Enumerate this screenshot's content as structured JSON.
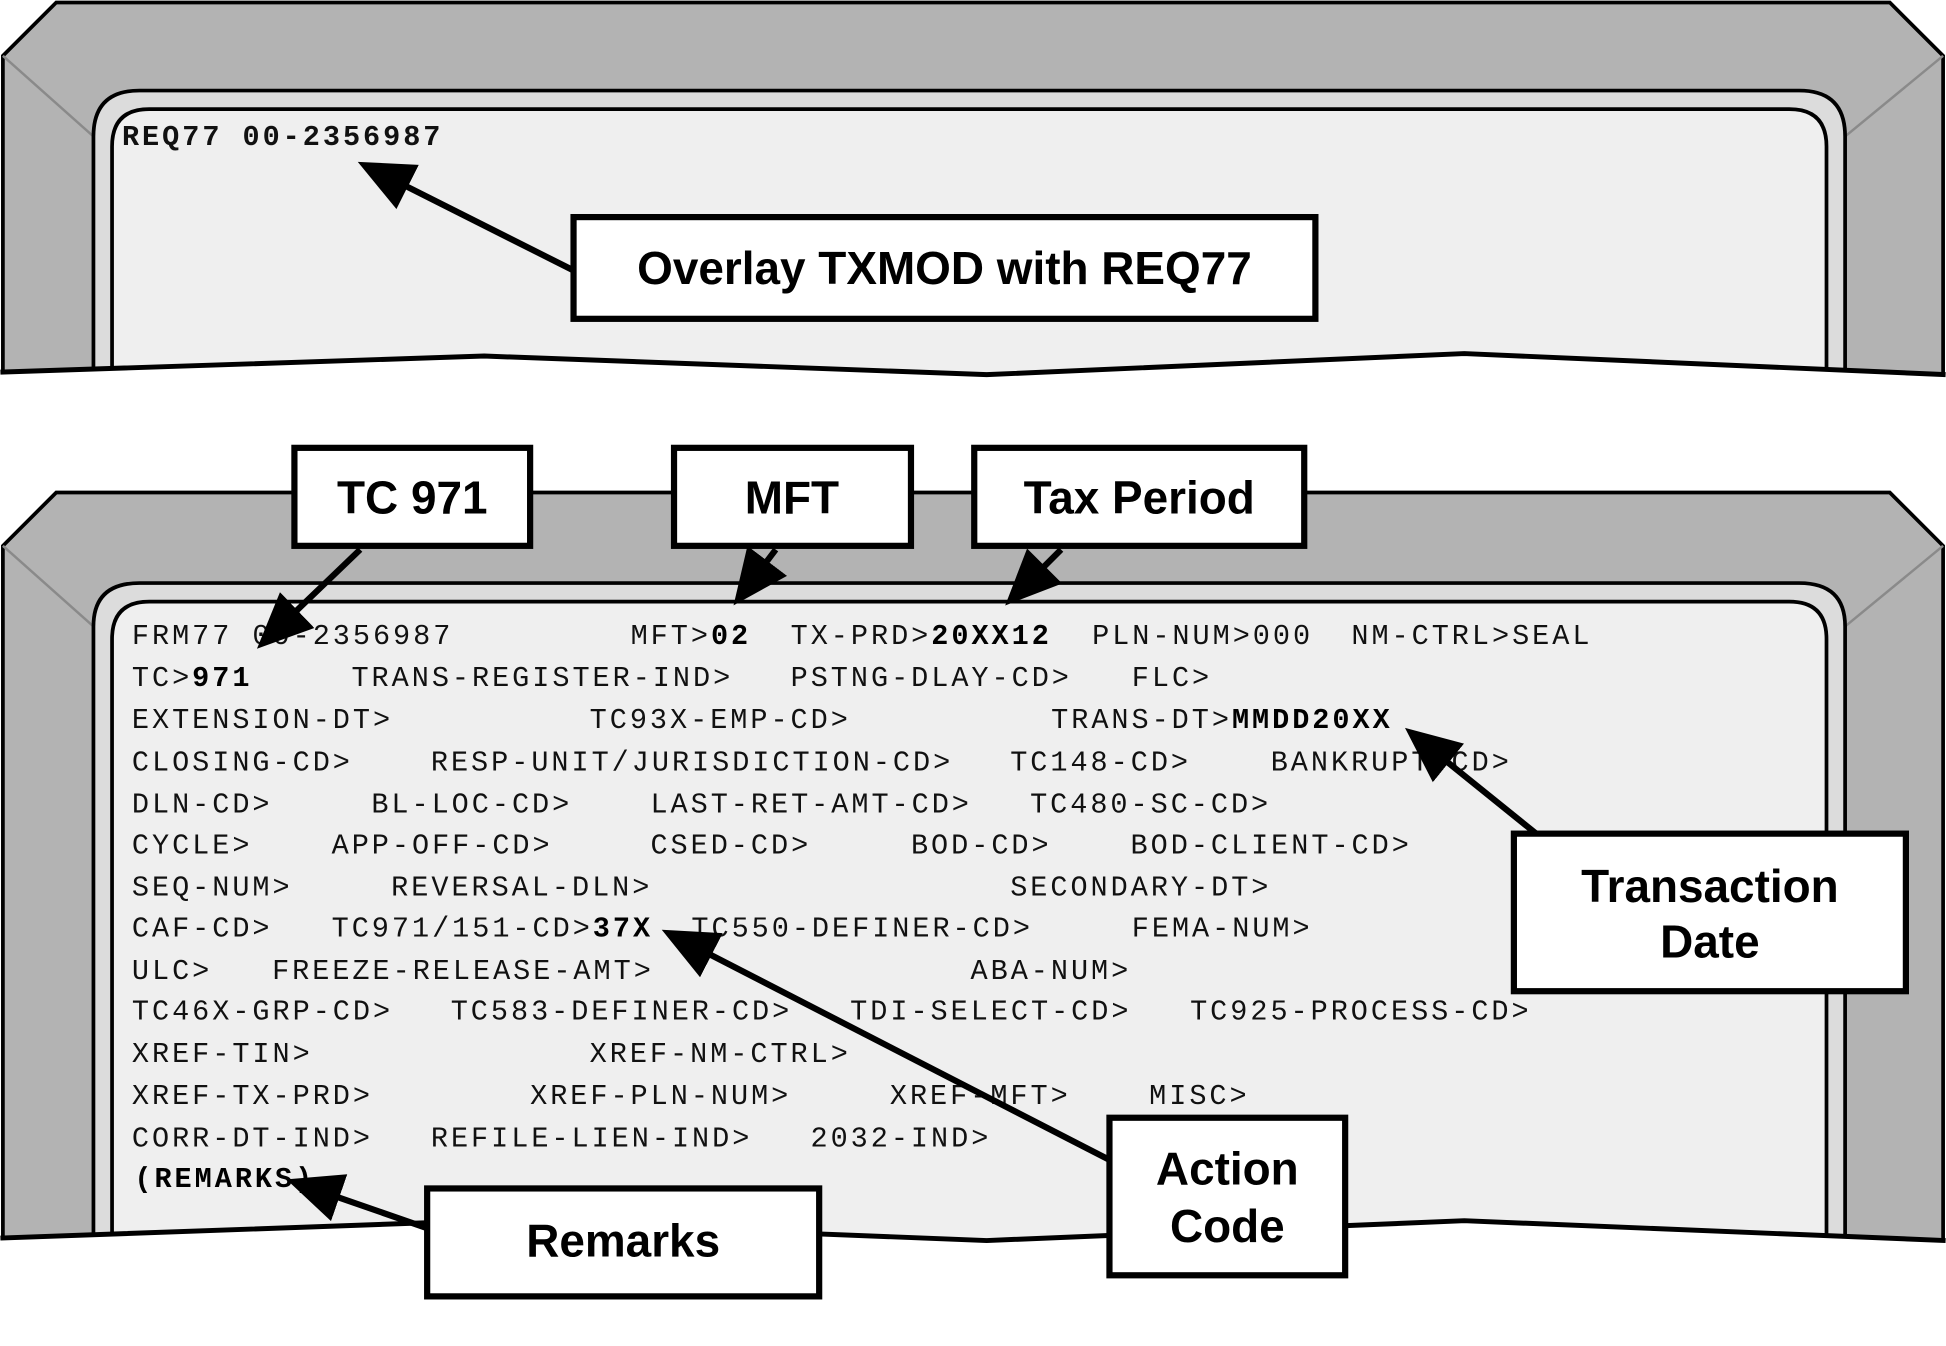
{
  "top_screen": {
    "command": "REQ77 00-2356987"
  },
  "bottom_screen": {
    "rows": [
      [
        {
          "label": "FRM77 00-2356987",
          "value": ""
        },
        {
          "label": "MFT>",
          "value": "02"
        },
        {
          "label": "TX-PRD>",
          "value": "20XX12"
        },
        {
          "label": "PLN-NUM>000",
          "value": ""
        },
        {
          "label": "NM-CTRL>SEAL",
          "value": ""
        }
      ],
      [
        {
          "label": "TC>",
          "value": "971"
        },
        {
          "label": "TRANS-REGISTER-IND>",
          "value": ""
        },
        {
          "label": "PSTNG-DLAY-CD>",
          "value": ""
        },
        {
          "label": "FLC>",
          "value": ""
        }
      ],
      [
        {
          "label": "EXTENSION-DT>",
          "value": ""
        },
        {
          "label": "TC93X-EMP-CD>",
          "value": ""
        },
        {
          "label": "TRANS-DT>",
          "value": "MMDD20XX"
        }
      ],
      [
        {
          "label": "CLOSING-CD>",
          "value": ""
        },
        {
          "label": "RESP-UNIT/JURISDICTION-CD>",
          "value": ""
        },
        {
          "label": "TC148-CD>",
          "value": ""
        },
        {
          "label": "BANKRUPT-CD>",
          "value": ""
        }
      ],
      [
        {
          "label": "DLN-CD>",
          "value": ""
        },
        {
          "label": "BL-LOC-CD>",
          "value": ""
        },
        {
          "label": "LAST-RET-AMT-CD>",
          "value": ""
        },
        {
          "label": "TC480-SC-CD>",
          "value": ""
        }
      ],
      [
        {
          "label": "CYCLE>",
          "value": ""
        },
        {
          "label": "APP-OFF-CD>",
          "value": ""
        },
        {
          "label": "CSED-CD>",
          "value": ""
        },
        {
          "label": "BOD-CD>",
          "value": ""
        },
        {
          "label": "BOD-CLIENT-CD>",
          "value": ""
        }
      ],
      [
        {
          "label": "SEQ-NUM>",
          "value": ""
        },
        {
          "label": "REVERSAL-DLN>",
          "value": ""
        },
        {
          "label": "SECONDARY-DT>",
          "value": ""
        }
      ],
      [
        {
          "label": "CAF-CD>",
          "value": ""
        },
        {
          "label": "TC971/151-CD>",
          "value": "37X"
        },
        {
          "label": "TC550-DEFINER-CD>",
          "value": ""
        },
        {
          "label": "FEMA-NUM>",
          "value": ""
        }
      ],
      [
        {
          "label": "ULC>",
          "value": ""
        },
        {
          "label": "FREEZE-RELEASE-AMT>",
          "value": ""
        },
        {
          "label": "ABA-NUM>",
          "value": ""
        }
      ],
      [
        {
          "label": "TC46X-GRP-CD>",
          "value": ""
        },
        {
          "label": "TC583-DEFINER-CD>",
          "value": ""
        },
        {
          "label": "TDI-SELECT-CD>",
          "value": ""
        },
        {
          "label": "TC925-PROCESS-CD>",
          "value": ""
        }
      ],
      [
        {
          "label": "XREF-TIN>",
          "value": ""
        },
        {
          "label": "XREF-NM-CTRL>",
          "value": ""
        }
      ],
      [
        {
          "label": "XREF-TX-PRD>",
          "value": ""
        },
        {
          "label": "XREF-PLN-NUM>",
          "value": ""
        },
        {
          "label": "XREF-MFT>",
          "value": ""
        },
        {
          "label": "MISC>",
          "value": ""
        }
      ],
      [
        {
          "label": "CORR-DT-IND>",
          "value": ""
        },
        {
          "label": "REFILE-LIEN-IND>",
          "value": ""
        },
        {
          "label": "2032-IND>",
          "value": ""
        }
      ],
      [
        {
          "label": "",
          "value": "(REMARKS)"
        }
      ]
    ]
  },
  "callouts": {
    "overlay": "Overlay TXMOD with REQ77",
    "tc971": "TC 971",
    "mft": "MFT",
    "tax_period": "Tax Period",
    "transaction_date_line1": "Transaction",
    "transaction_date_line2": "Date",
    "action_code_line1": "Action",
    "action_code_line2": "Code",
    "remarks": "Remarks"
  },
  "colors": {
    "frame_gray": "#b3b3b3",
    "screen_bg": "#efefef",
    "ink": "#000000"
  }
}
